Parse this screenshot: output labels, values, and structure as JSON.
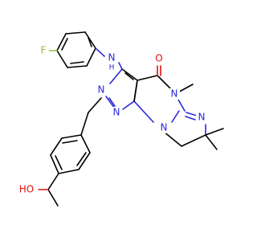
{
  "atoms": {
    "fluorine": "F",
    "amine_n": "N",
    "amine_h": "H",
    "carbonyl_o": "O",
    "n5": "N",
    "n_imine": "N",
    "n_pyrazole_2": "N",
    "n_pyrazole_1": "N",
    "n_bridge": "N",
    "hydroxyl": "HO"
  },
  "colors": {
    "carbon": "#000000",
    "nitrogen": "#2a2ad8",
    "oxygen": "#e01010",
    "fluorine": "#8fbf3a"
  }
}
